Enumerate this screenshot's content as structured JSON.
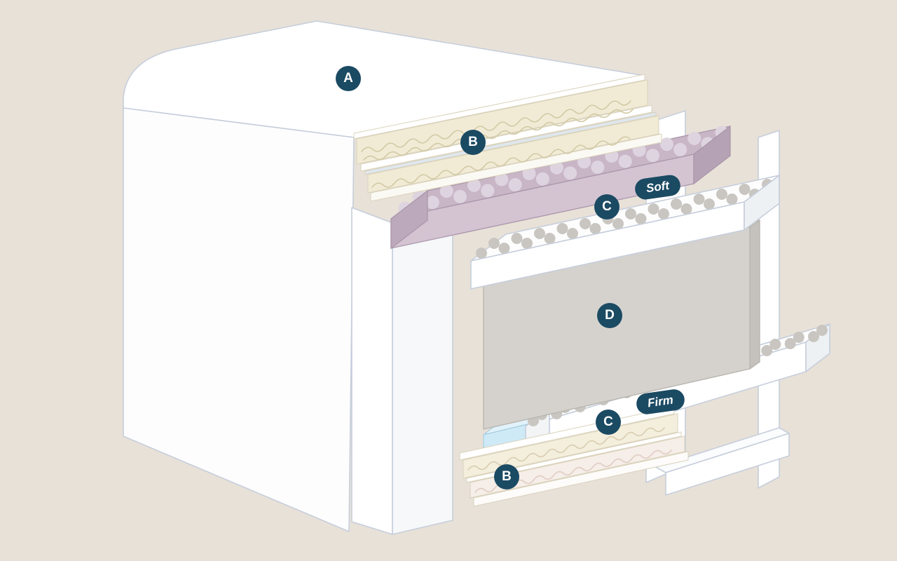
{
  "background": "#e8e1d8",
  "diagram": {
    "description_labels_visible": [
      "A",
      "B",
      "C",
      "D",
      "C",
      "B"
    ],
    "layer_labels": {
      "cover": "A",
      "comfort_layer_top": "B",
      "transition_soft": "C",
      "core": "D",
      "transition_firm": "C",
      "comfort_layer_bottom": "B"
    },
    "badges": {
      "soft": "Soft",
      "firm": "Firm"
    },
    "colors": {
      "label_background": "#1b4a63",
      "label_text": "#ffffff",
      "canvas_background": "#e8e1d8",
      "cover_white": "#ffffff",
      "outline_blue_gray": "#c6cedb",
      "quilt_cream": "#f1ebd6",
      "soft_layer_mauve": "#c8b5c6",
      "base_slab_white": "#ffffff",
      "core_gray": "#d5d2ce",
      "airflow_blue": "#cfeaf7",
      "bottom_quilt_pink": "#f6eee8"
    }
  }
}
